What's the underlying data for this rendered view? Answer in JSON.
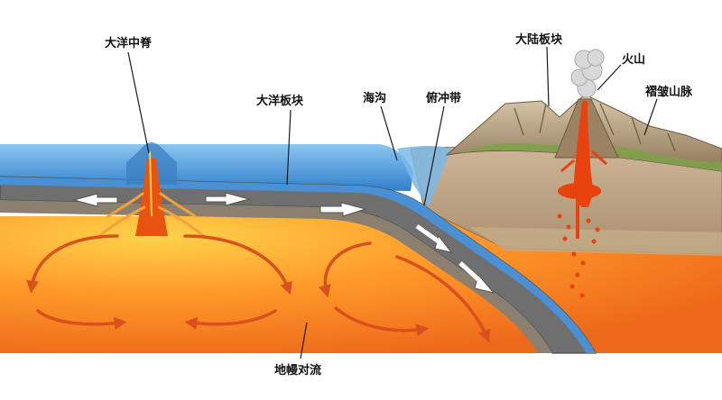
{
  "labels": {
    "mid_ocean_ridge": "大洋中脊",
    "oceanic_plate": "大洋板块",
    "trench": "海沟",
    "subduction_zone": "俯冲带",
    "continental_plate": "大陆板块",
    "volcano": "火山",
    "fold_mountains": "褶皱山脉",
    "mantle_convection": "地幔对流"
  },
  "colors": {
    "ocean": "#3d8fd6",
    "ocean_light": "#8cc6f0",
    "crust": "#6b6b6b",
    "mantle": "#f07a1e",
    "mantle_light": "#ffb13b",
    "convection_arrow": "#d9501e",
    "continent_soil": "#bfa78a",
    "magma": "#e8430f",
    "mountain": "#a89070",
    "grass": "#7fa04a"
  },
  "icons": [
    "white-arrow-icon",
    "convection-arrow-icon",
    "smoke-plume-icon"
  ]
}
